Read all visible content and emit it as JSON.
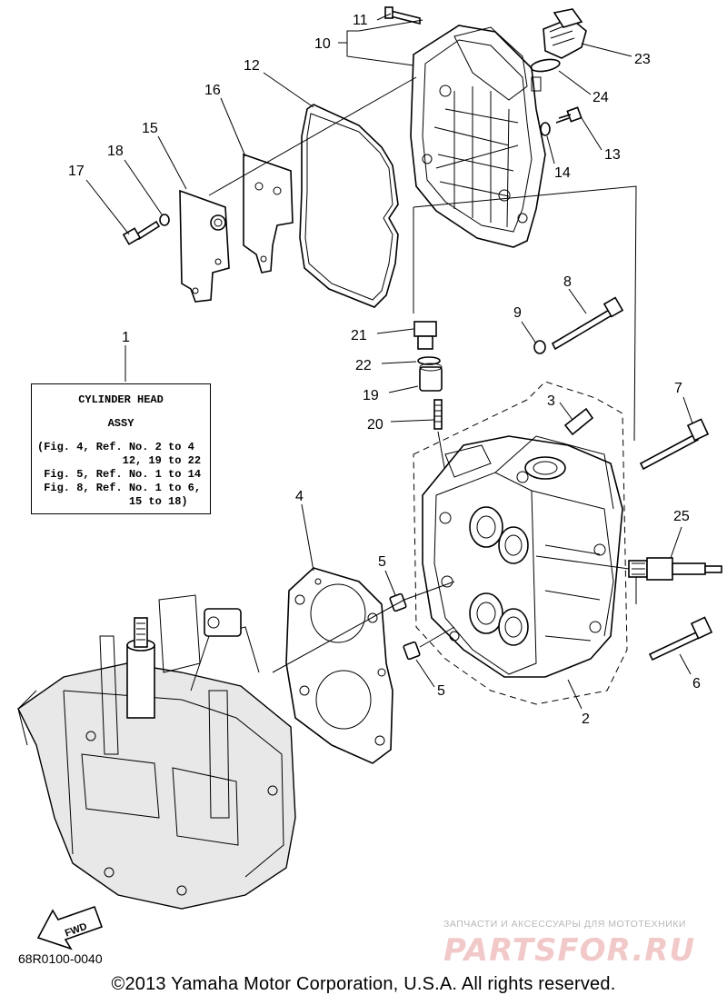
{
  "callouts": [
    {
      "id": "11",
      "text": "11"
    },
    {
      "id": "10",
      "text": "10"
    },
    {
      "id": "12",
      "text": "12"
    },
    {
      "id": "16",
      "text": "16"
    },
    {
      "id": "15",
      "text": "15"
    },
    {
      "id": "18",
      "text": "18"
    },
    {
      "id": "17",
      "text": "17"
    },
    {
      "id": "23",
      "text": "23"
    },
    {
      "id": "24",
      "text": "24"
    },
    {
      "id": "13",
      "text": "13"
    },
    {
      "id": "14",
      "text": "14"
    },
    {
      "id": "8",
      "text": "8"
    },
    {
      "id": "9",
      "text": "9"
    },
    {
      "id": "21",
      "text": "21"
    },
    {
      "id": "22",
      "text": "22"
    },
    {
      "id": "19",
      "text": "19"
    },
    {
      "id": "3",
      "text": "3"
    },
    {
      "id": "7",
      "text": "7"
    },
    {
      "id": "20",
      "text": "20"
    },
    {
      "id": "1",
      "text": "1"
    },
    {
      "id": "4",
      "text": "4"
    },
    {
      "id": "25",
      "text": "25"
    },
    {
      "id": "5a",
      "text": "5"
    },
    {
      "id": "5b",
      "text": "5"
    },
    {
      "id": "6",
      "text": "6"
    },
    {
      "id": "2",
      "text": "2"
    }
  ],
  "assembly_box": {
    "title": "CYLINDER HEAD",
    "subtitle": "ASSY",
    "refs": "(Fig. 4, Ref. No. 2 to 4\n             12, 19 to 22\n Fig. 5, Ref. No. 1 to 14\n Fig. 8, Ref. No. 1 to 6,\n              15 to 18)"
  },
  "fwd_label": "FWD",
  "drawing_code": "68R0100-0040",
  "copyright": "©2013 Yamaha Motor Corporation, U.S.A. All rights reserved.",
  "watermark": {
    "tagline": "ЗАПЧАСТИ И АКСЕССУАРЫ ДЛЯ МОТОТЕХНИКИ",
    "brand": "PARTSFOR.RU"
  }
}
